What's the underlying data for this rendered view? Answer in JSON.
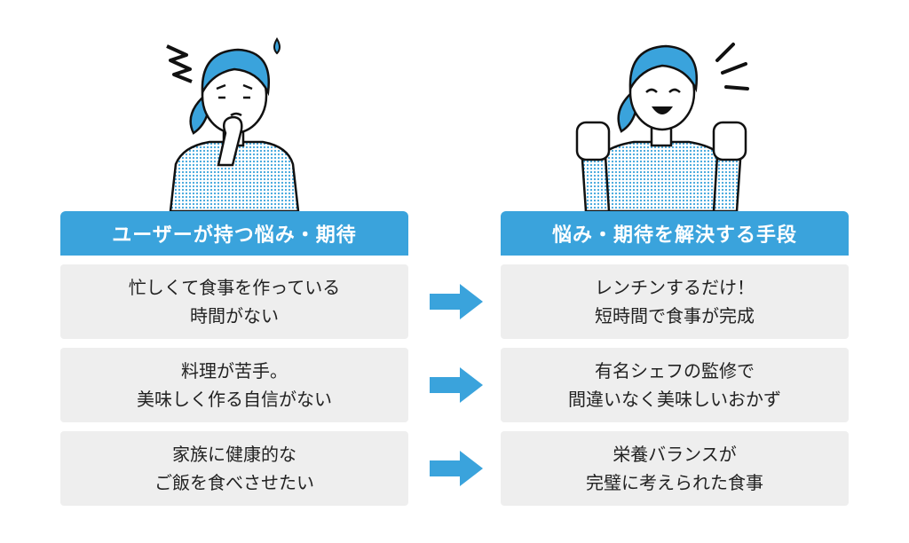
{
  "left": {
    "header": "ユーザーが持つ悩み・期待",
    "rows": [
      {
        "line1": "忙しくて食事を作っている",
        "line2": "時間がない"
      },
      {
        "line1": "料理が苦手。",
        "line2": "美味しく作る自信がない"
      },
      {
        "line1": "家族に健康的な",
        "line2": "ご飯を食べさせたい"
      }
    ]
  },
  "right": {
    "header": "悩み・期待を解決する手段",
    "rows": [
      {
        "line1": "レンチンするだけ！",
        "line2": "短時間で食事が完成"
      },
      {
        "line1": "有名シェフの監修で",
        "line2": "間違いなく美味しいおかず"
      },
      {
        "line1": "栄養バランスが",
        "line2": "完璧に考えられた食事"
      }
    ]
  },
  "colors": {
    "accent": "#3aa3dc",
    "cell_bg": "#eeeeee",
    "text": "#222222"
  },
  "icons": {
    "left_illustration": "worried-woman-icon",
    "right_illustration": "cheering-woman-icon",
    "arrow": "arrow-right-icon"
  }
}
